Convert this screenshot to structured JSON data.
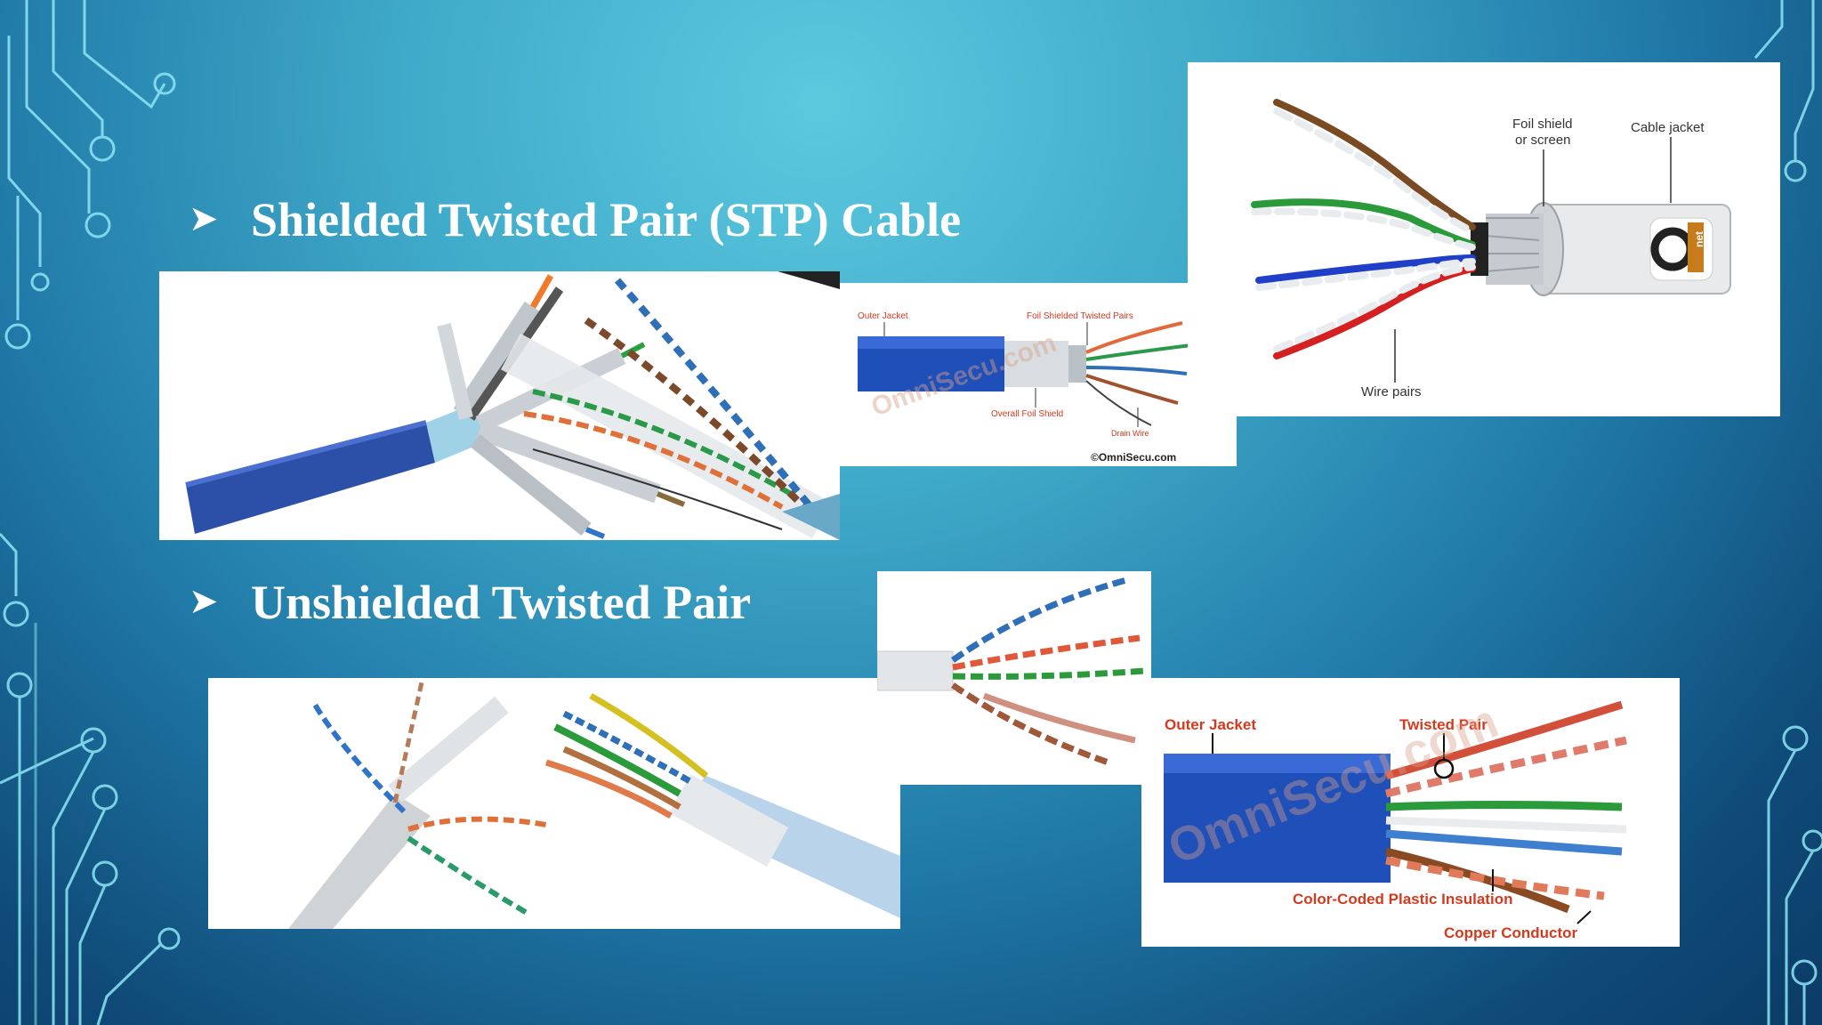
{
  "bullets": {
    "stp": "Shielded Twisted Pair (STP) Cable",
    "utp": "Unshielded Twisted Pair"
  },
  "stp_diagram_small": {
    "outer_jacket": "Outer Jacket",
    "foil_shielded_pairs": "Foil Shielded Twisted Pairs",
    "overall_foil_shield": "Overall Foil Shield",
    "drain_wire": "Drain Wire",
    "copyright": "©OmniSecu.com",
    "watermark": "OmniSecu.com"
  },
  "stp_diagram_large": {
    "foil_shield_line1": "Foil shield",
    "foil_shield_line2": "or screen",
    "cable_jacket": "Cable jacket",
    "wire_pairs": "Wire pairs",
    "logo_text": "net"
  },
  "utp_diagram": {
    "outer_jacket": "Outer Jacket",
    "twisted_pair": "Twisted Pair",
    "insulation": "Color-Coded Plastic Insulation",
    "copper_conductor": "Copper Conductor",
    "watermark": "OmniSecu.com"
  },
  "colors": {
    "bg_light": "#5cc9df",
    "bg_dark": "#0b3b66",
    "circuit": "#8ee6f5",
    "label_red": "#d43a1e",
    "cable_blue": "#1f4fb8"
  },
  "icons": {
    "bullet": "arrowhead-bullet-icon"
  }
}
